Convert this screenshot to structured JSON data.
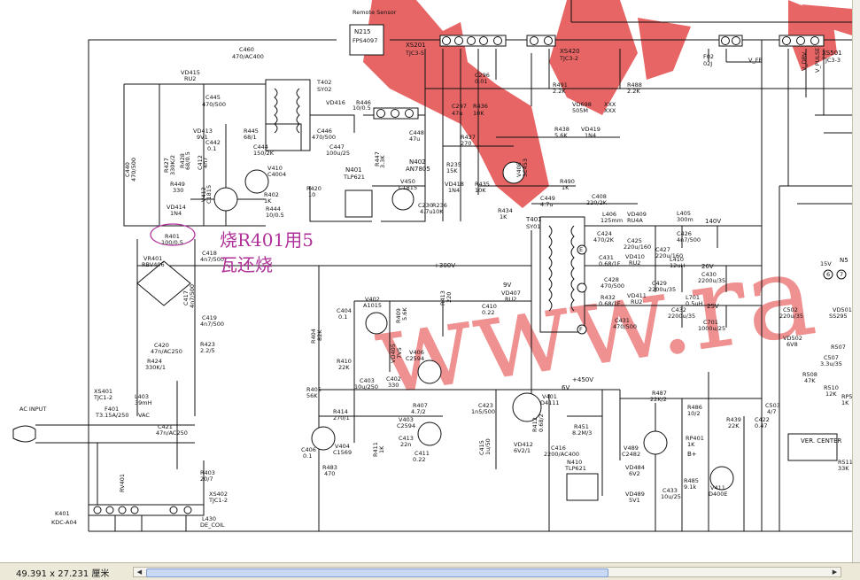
{
  "statusbar": {
    "dimensions": "49.391 x 27.231 厘米"
  },
  "annotation": {
    "line1": "烧R401用5",
    "line2": "瓦还烧"
  },
  "colors": {
    "watermark": "#e23a3a",
    "annotation": "#b0309a"
  },
  "labels": {
    "remote_sensor": "Remote Sensor",
    "n215": "N215",
    "fps4097": "FPS4097",
    "xs201": "XS201",
    "tjc3_5": "TJC3-5",
    "xs420": "XS420",
    "tjc3_2": "TJC3-2",
    "f02": "F02",
    "o2j": "02J",
    "v_fb": "V_FB",
    "xs501": "XS501",
    "tjc3_3": "TJC3-3",
    "v_drv": "V_DRV",
    "v_pulse": "V_PULSE",
    "c460": "C460",
    "c460v": "470/AC400",
    "vd415": "VD415",
    "ru2": "RU2",
    "c445": "C445",
    "c445v": "470/500",
    "t402": "T402",
    "sy02": "SY02",
    "vd416": "VD416",
    "r446": "R446",
    "r446v": "10/0.5",
    "c446": "C446",
    "c446v": "470/500",
    "c447": "C447",
    "c447v": "100u/25",
    "c448": "C448",
    "c448v": "47u",
    "c297": "C297",
    "c297v": "47u",
    "r436": "R436",
    "r436v": "10K",
    "c296": "C296",
    "c296v": "0.01",
    "r437": "R437",
    "r437v": "270",
    "n402": "N402",
    "an7805": "AN7805",
    "r491": "R491",
    "r491v": "2.2K",
    "vd698": "VD698",
    "vd698v": "505M",
    "xxx1": "XXX",
    "xxx2": "XXX",
    "r488": "R488",
    "r488v": "2.2K",
    "r438": "R438",
    "r438v": "5.6K",
    "vd419": "VD419",
    "vd419v": "1N4",
    "vd413": "VD413",
    "vd413v": "9V1",
    "c442": "C442",
    "c442v": "0.1",
    "r445": "R445",
    "r445v": "68/1",
    "r441": "R441",
    "r441v": "1.5K",
    "c444": "C444",
    "c444v": "150/2K",
    "c440": "C440",
    "c440v": "470/500",
    "r427": "R427",
    "r427v": "330K/2",
    "r428": "R428",
    "r428v": "68/0.5",
    "c412": "C412",
    "c412v": "4n7",
    "v410": "V410",
    "v410v": "C4004",
    "r449": "R449",
    "r449v": "330",
    "v412": "V412",
    "v412v": "C1815",
    "r402": "R402",
    "r402v": "1K",
    "vd414": "VD414",
    "vd414v": "1N4",
    "r444": "R444",
    "r444v": "10/0.5",
    "n401": "N401",
    "n401v": "TLP621",
    "r420": "R420",
    "r420v": "10",
    "r447": "R447",
    "r447v": "3.3K",
    "v450": "V450",
    "v450v": "C1815",
    "c230": "C230",
    "c230v": "4.7u",
    "r236": "R236",
    "r236v": "10K",
    "r235": "R235",
    "r235v": "15K",
    "vd418": "VD418",
    "vd418v": "1N4",
    "r435": "R435",
    "r435v": "10K",
    "v408": "V408",
    "v408v": "3C453",
    "r434": "R434",
    "r434v": "1K",
    "c449": "C449",
    "c449v": "4.7u",
    "r490": "R490",
    "r490v": "1K",
    "c408": "C408",
    "c408v": "220/2K",
    "t401": "T401",
    "t401v": "SY01",
    "r401": "R401",
    "r401v": "100/0.5",
    "l406": "L406",
    "l406v": "125mm",
    "c424": "C424",
    "c424v": "470/2K",
    "vd409": "VD409",
    "vd409v": "RU4A",
    "c425": "C425",
    "c425v": "220u/160",
    "l405": "L405",
    "l405v": "300m",
    "c426": "C426",
    "c426v": "4n7/500",
    "c427": "C427",
    "c427v": "220u/160",
    "v140": "140V",
    "c431": "C431",
    "c431v": "0.68/1F",
    "vd410": "VD410",
    "vd410v": "RU2",
    "l410": "L410",
    "l410v": "12uH",
    "c428": "C428",
    "c428v": "470/500",
    "c429": "C429",
    "c429v": "2200u/35",
    "c430": "C430",
    "c430v": "2200u/35",
    "v26": "26V",
    "r432": "R432",
    "r432v": "0.68/1F",
    "vd411": "VD411",
    "vd411v": "RU2",
    "l701": "L701",
    "l701v": "0.5uH",
    "c432": "C432",
    "c432v": "2200u/35",
    "c701": "C701",
    "c701v": "1000u/25",
    "v25": "25V",
    "c431b": "C431",
    "c431bv": "470/500",
    "vr401": "VR401",
    "vr401v": "RBV406",
    "c418": "C418",
    "c418v": "4n7/500",
    "c417": "C417",
    "c417v": "4n7/500",
    "c419": "C419",
    "c419v": "4n7/500",
    "c420": "C420",
    "c420v": "47n/AC250",
    "r423": "R423",
    "r423v": "2.2/5",
    "r424": "R424",
    "r424v": "330K/1",
    "v300": "+300V",
    "l403": "L403",
    "l403v": "39mH",
    "c421": "C421",
    "c421v": "47n/AC250",
    "xs401": "XS401",
    "xs401v": "TJC1-2",
    "f401": "F401",
    "f401v": "T3.15A/250",
    "vac": "VAC",
    "ac_input": "AC INPUT",
    "rv401": "RV401",
    "k401": "K401",
    "k401v": "KDC-A04",
    "xs402": "XS402",
    "xs402v": "TJC1-2",
    "l430": "L430",
    "l430v": "DE_COIL",
    "r403": "R403",
    "r403v": "20/7",
    "r404": "R404",
    "r404v": "82K",
    "v402": "V402",
    "v402v": "A1015",
    "c404": "C404",
    "c404v": "0.1",
    "r409": "R409",
    "r409v": "5.6K",
    "r413": "R413",
    "r413v": "220",
    "c410": "C410",
    "c410v": "0.22",
    "v9": "9V",
    "vd407": "VD407",
    "vd407v": "RU2",
    "r410": "R410",
    "r410v": "22K",
    "r405": "R405",
    "r405v": "56K",
    "vd405": "VD405",
    "vd405v": "7V5",
    "v406": "V406",
    "v406v": "C2594",
    "c402": "C402",
    "c402v": "330",
    "c403": "C403",
    "c403v": "10u/250",
    "r414": "R414",
    "r414v": "270/1",
    "v404": "V404",
    "v404v": "C1569",
    "c406": "C406",
    "c406v": "0.1",
    "r483": "R483",
    "r483v": "470",
    "r407": "R407",
    "r407v": "4.7/2",
    "v403": "V403",
    "v403v": "C2594",
    "c413": "C413",
    "c413v": "22n",
    "c411": "C411",
    "c411v": "0.22",
    "r411": "R411",
    "r411v": "1K",
    "c423": "C423",
    "c423v": "1n5/500",
    "v401": "V401",
    "v401v": "D4111",
    "v6": "6V",
    "v450p": "+450V",
    "r412": "R412",
    "r412v": "0.68/2",
    "r451": "R451",
    "r451v": "8.2M/3",
    "c416": "C416",
    "c416v": "2200/AC400",
    "n410": "N410",
    "n410v": "TLP621",
    "vd412": "VD412",
    "vd412v": "6V2/1",
    "c415": "C415",
    "c415v": "1u/50",
    "r487": "R487",
    "r487v": "22K/2",
    "r486": "R486",
    "r486v": "10/2",
    "rp401": "RP401",
    "rp401v": "1K",
    "bplus": "B+",
    "v489": "V489",
    "v489v": "C2482",
    "vd484": "VD484",
    "vd484v": "6V2",
    "vd489": "VD489",
    "vd489v": "5V1",
    "r485": "R485",
    "r485v": "9.1k",
    "c433": "C433",
    "c433v": "10u/25",
    "v411": "V411",
    "v411v": "D400E",
    "r439": "R439",
    "r439v": "22K",
    "c422": "C422",
    "c422v": "0.47",
    "c503": "C503",
    "c503v": "4/7",
    "ver_center": "VER. CENTER",
    "c502": "C502",
    "c502v": "220u/35",
    "vd501": "VD501",
    "vd501v": "SS295",
    "vd502": "VD502",
    "vd502v": "6V8",
    "r507": "R507",
    "c507": "C507",
    "c507v": "3.3u/35",
    "r508": "R508",
    "r508v": "47K",
    "r510": "R510",
    "r510v": "12K",
    "r511": "R511",
    "r511v": "33K",
    "rp5": "RP5",
    "rp5v": "1K",
    "n5": "N5",
    "v15": "15V",
    "pin6": "6",
    "pin7": "7",
    "pin_e": "E",
    "pin_f": "F"
  }
}
